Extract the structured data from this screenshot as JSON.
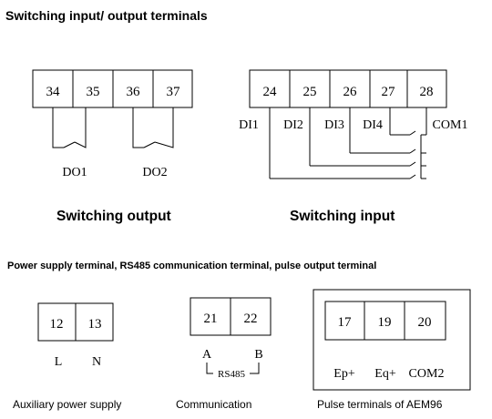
{
  "title": "Switching input/ output terminals",
  "section2_title": "Power supply terminal, RS485 communication terminal, pulse output terminal",
  "output_group": {
    "caption": "Switching output",
    "terminals": [
      "34",
      "35",
      "36",
      "37"
    ],
    "labels": [
      "DO1",
      "DO2"
    ]
  },
  "input_group": {
    "caption": "Switching input",
    "terminals": [
      "24",
      "25",
      "26",
      "27",
      "28"
    ],
    "labels": [
      "DI1",
      "DI2",
      "DI3",
      "DI4",
      "COM1"
    ]
  },
  "aux_power": {
    "caption": "Auxiliary power supply",
    "terminals": [
      "12",
      "13"
    ],
    "labels": [
      "L",
      "N"
    ]
  },
  "communication": {
    "caption": "Communication",
    "terminals": [
      "21",
      "22"
    ],
    "labels": [
      "A",
      "B"
    ],
    "bus_label": "RS485"
  },
  "pulse": {
    "caption": "Pulse terminals of AEM96",
    "terminals": [
      "17",
      "19",
      "20"
    ],
    "labels": [
      "Ep+",
      "Eq+",
      "COM2"
    ]
  }
}
